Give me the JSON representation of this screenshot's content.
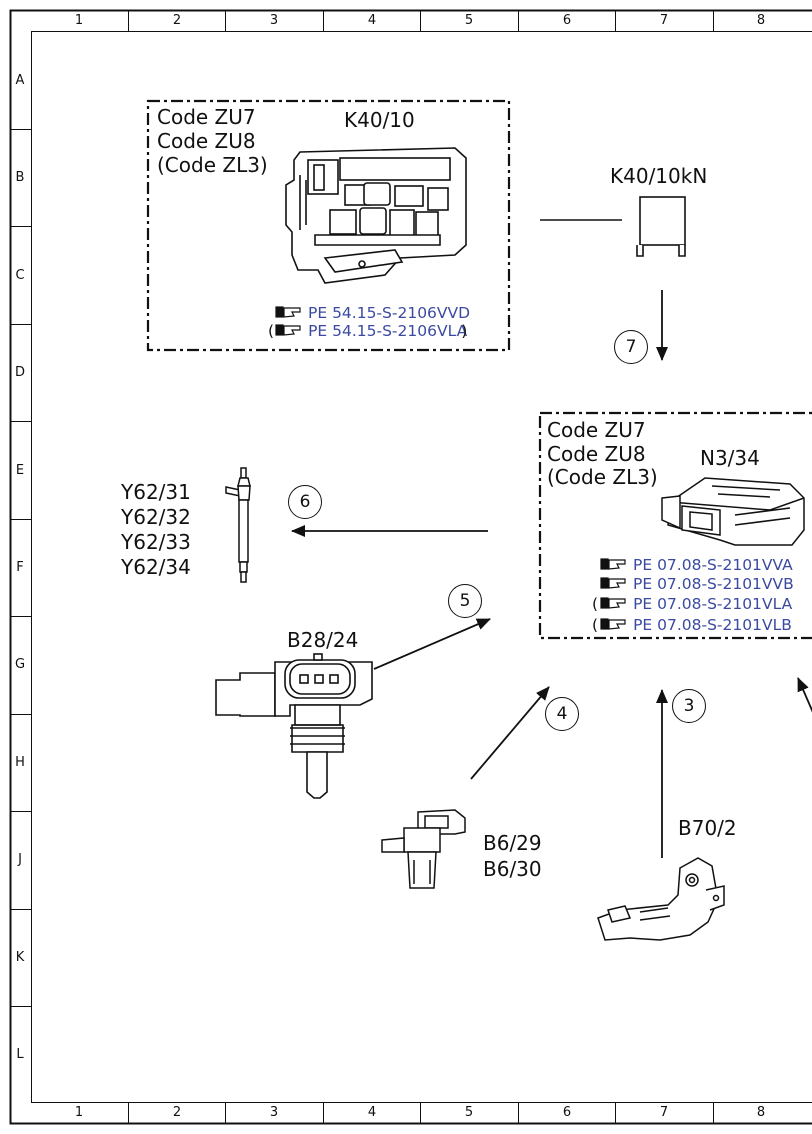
{
  "grid": {
    "columns": [
      "1",
      "2",
      "3",
      "4",
      "5",
      "6",
      "7",
      "8"
    ],
    "rows": [
      "A",
      "B",
      "C",
      "D",
      "E",
      "F",
      "G",
      "H",
      "J",
      "K",
      "L"
    ]
  },
  "boxes": {
    "k40": {
      "codes": [
        "Code ZU7",
        "Code ZU8",
        "(Code ZL3)"
      ],
      "component": "K40/10",
      "refs": [
        {
          "open": "",
          "text": "PE 54.15-S-2106VVD",
          "close": ""
        },
        {
          "open": "(",
          "text": "PE 54.15-S-2106VLA",
          "close": ")"
        }
      ]
    },
    "n3": {
      "codes": [
        "Code ZU7",
        "Code ZU8",
        "(Code ZL3)"
      ],
      "component": "N3/34",
      "refs": [
        {
          "open": "",
          "text": "PE 07.08-S-2101VVA",
          "close": ""
        },
        {
          "open": "",
          "text": "PE 07.08-S-2101VVB",
          "close": ""
        },
        {
          "open": "(",
          "text": "PE 07.08-S-2101VLA",
          "close": ""
        },
        {
          "open": "(",
          "text": "PE 07.08-S-2101VLB",
          "close": ""
        }
      ]
    }
  },
  "components": {
    "relay": "K40/10kN",
    "glow_plugs": [
      "Y62/31",
      "Y62/32",
      "Y62/33",
      "Y62/34"
    ],
    "pressure_sensor": "B28/24",
    "camshaft_sensors": [
      "B6/29",
      "B6/30"
    ],
    "crank_sensor": "B70/2"
  },
  "arrow_labels": {
    "a3": "3",
    "a4": "4",
    "a5": "5",
    "a6": "6",
    "a7": "7"
  },
  "colors": {
    "reference_link": "#3b4aa0",
    "line": "#111111"
  },
  "icons": {
    "reference": "pointing-hand-icon"
  }
}
